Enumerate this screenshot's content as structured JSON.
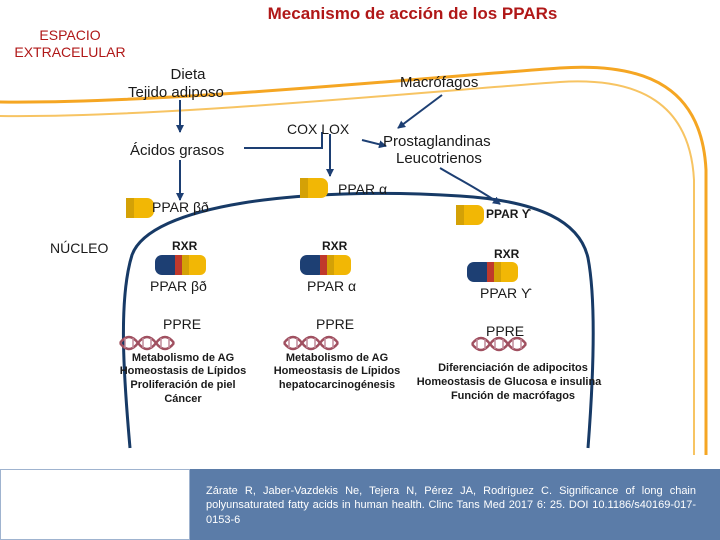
{
  "title": "Mecanismo de acción de los PPARs",
  "labels": {
    "espacio_1": "ESPACIO",
    "espacio_2": "EXTRACELULAR",
    "nucleo": "NÚCLEO",
    "dieta": "Dieta",
    "tejido": "Tejido adiposo",
    "macrofagos": "Macrófagos",
    "cox_lox": "COX  LOX",
    "acidos": "Ácidos grasos",
    "prosta": "Prostaglandinas",
    "leuco": "Leucotrienos"
  },
  "columns": [
    {
      "receptor_top": "PPAR βð",
      "rxr": "RXR",
      "receptor": "PPAR βð",
      "ppre": "PPRE",
      "effects": [
        "Metabolismo de AG",
        "Homeostasis de Lípidos",
        "Proliferación de piel",
        "Cáncer"
      ]
    },
    {
      "receptor_top": "PPAR α",
      "rxr": "RXR",
      "receptor": "PPAR α",
      "ppre": "PPRE",
      "effects": [
        "Metabolismo de AG",
        "Homeostasis de Lípidos",
        "hepatocarcinogénesis"
      ]
    },
    {
      "receptor_top": "PPAR ϒ",
      "rxr": "RXR",
      "receptor": "PPAR ϒ",
      "ppre": "PPRE",
      "effects": [
        "Diferenciación de adipocitos",
        "Homeostasis de Glucosa e insulina",
        "Función de macrófagos"
      ]
    }
  ],
  "citation": "Zárate R, Jaber-Vazdekis Ne, Tejera N, Pérez JA, Rodríguez C. Significance of long chain polyunsaturated fatty acids in human health. Clinc Tans Med 2017 6: 25.  DOI 10.1186/s40169-017-0153-6",
  "colors": {
    "membrane_outer": "#f5a623",
    "membrane_inner": "#f7c463",
    "nuclear_membrane": "#173a66",
    "rxr": "#1d3f73",
    "ppar": "#f2b705",
    "dna_strand": "#a05060",
    "dna_rung": "#c08a9a",
    "footer": "#5b7ca8",
    "title": "#b01818"
  }
}
